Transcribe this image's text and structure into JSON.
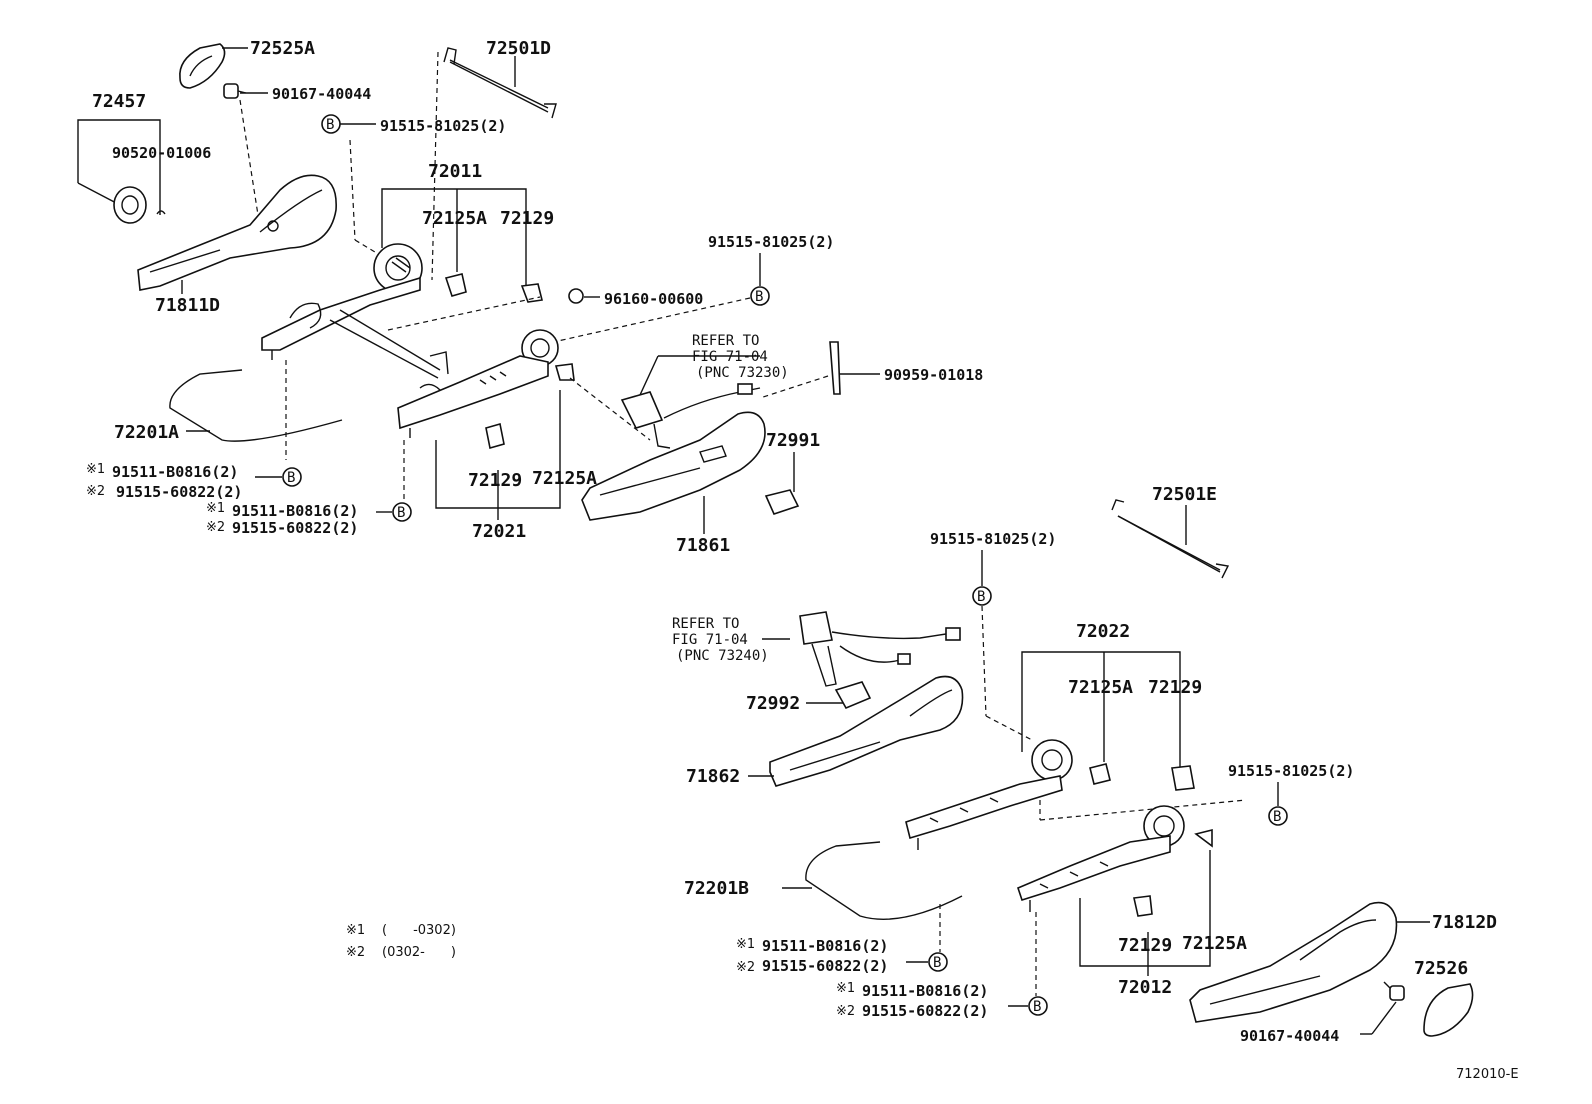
{
  "parts": {
    "p72525A": "72525A",
    "p90167_top": "90167-40044",
    "p72457": "72457",
    "p90520": "90520-01006",
    "p72501D": "72501D",
    "p91515_81025_a": "91515-81025(2)",
    "p72011": "72011",
    "p72125A_a": "72125A",
    "p72129_a": "72129",
    "p71811D": "71811D",
    "p91515_81025_b": "91515-81025(2)",
    "p96160": "96160-00600",
    "refer1_l1": "REFER TO",
    "refer1_l2": "FIG 71-04",
    "refer1_l3": "(PNC 73230)",
    "p90959": "90959-01018",
    "p72201A": "72201A",
    "p91511_a": "91511-B0816(2)",
    "p91515_60822_a": "91515-60822(2)",
    "p72991": "72991",
    "p72129_b": "72129",
    "p72125A_b": "72125A",
    "p91511_b": "91511-B0816(2)",
    "p91515_60822_b": "91515-60822(2)",
    "p72021": "72021",
    "p71861": "71861",
    "p72501E": "72501E",
    "p91515_81025_c": "91515-81025(2)",
    "refer2_l1": "REFER TO",
    "refer2_l2": "FIG 71-04",
    "refer2_l3": "(PNC 73240)",
    "p72022": "72022",
    "p72125A_c": "72125A",
    "p72129_c": "72129",
    "p72992": "72992",
    "p71862": "71862",
    "p91515_81025_d": "91515-81025(2)",
    "p72201B": "72201B",
    "p91511_c": "91511-B0816(2)",
    "p91515_60822_c": "91515-60822(2)",
    "p91511_d": "91511-B0816(2)",
    "p91515_60822_d": "91515-60822(2)",
    "p72129_d": "72129",
    "p72125A_d": "72125A",
    "p72012": "72012",
    "p71812D": "71812D",
    "p72526": "72526",
    "p90167_bottom": "90167-40044"
  },
  "marks": {
    "note1": "※1",
    "note2": "※2",
    "circle_b": "B"
  },
  "legend": {
    "note1_range": "(　　-0302)",
    "note2_range": "(0302-　　)"
  },
  "figure_id": "712010-E"
}
